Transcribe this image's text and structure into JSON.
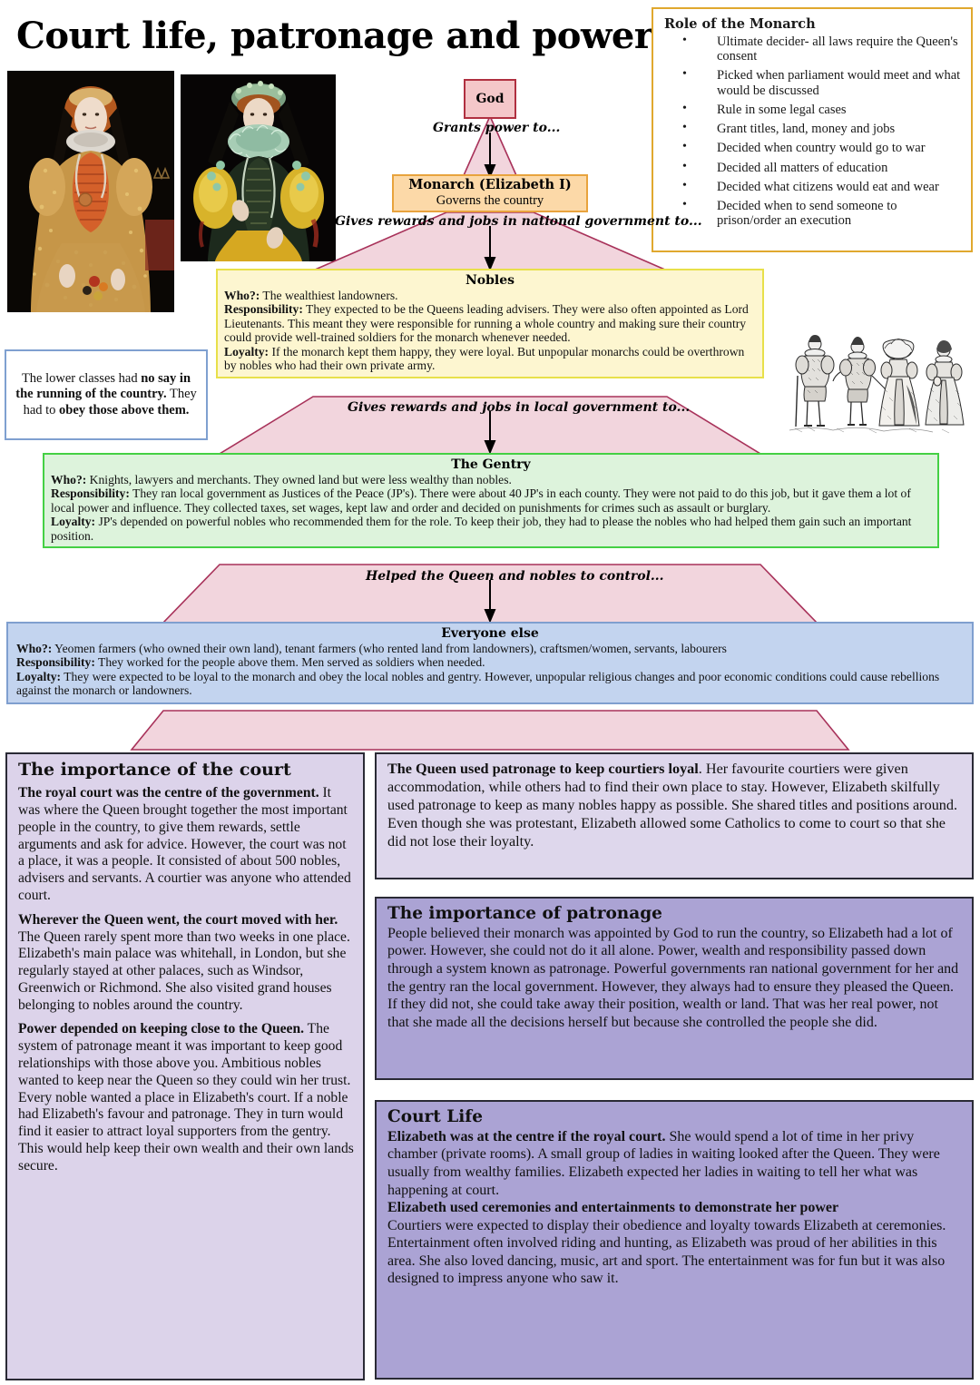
{
  "title": "Court life, patronage and power",
  "portraits": [
    {
      "alt": "Portrait of Queen Elizabeth I in gold and orange gown (Darnley-style portrait)"
    },
    {
      "alt": "Portrait of Queen Elizabeth I in yellow gown with large lace ruff"
    }
  ],
  "monarch_role": {
    "heading": "Role of the Monarch",
    "items": [
      "Ultimate decider- all laws require the Queen's consent",
      "Picked when parliament would meet and what would be discussed",
      "Rule in some legal cases",
      "Grant titles, land, money and jobs",
      "Decided when country would go to war",
      "Decided all matters of education",
      "Decided what citizens would eat and wear",
      "Decided when to send someone to prison/order an execution"
    ]
  },
  "hierarchy": {
    "god": {
      "label": "God"
    },
    "connector_1": "Grants power to...",
    "monarch": {
      "title": "Monarch (Elizabeth I)",
      "subtitle": "Governs the country"
    },
    "connector_2": "Gives rewards and jobs in national government to...",
    "nobles": {
      "title": "Nobles",
      "who_label": "Who?:",
      "who": " The wealthiest landowners.",
      "responsibility_label": "Responsibility:",
      "responsibility": " They expected to be the Queens leading advisers. They were also often appointed as Lord Lieutenants. This meant they were responsible for running a whole country and making sure their country could provide well-trained soldiers for the monarch whenever needed.",
      "loyalty_label": "Loyalty:",
      "loyalty": " If the monarch kept them happy, they were loyal. But unpopular monarchs could be overthrown by nobles who had their own private army."
    },
    "connector_3": "Gives rewards and jobs in local government to...",
    "gentry": {
      "title": "The Gentry",
      "who_label": "Who?:",
      "who": " Knights, lawyers and merchants. They owned land but were less wealthy than nobles.",
      "responsibility_label": "Responsibility:",
      "responsibility": " They ran local government as Justices of the Peace (JP's). There were about 40 JP's in each county. They were not paid to do this job, but it gave them a lot of local power and influence. They collected taxes, set wages, kept law and order and decided on punishments for crimes such as assault or burglary.",
      "loyalty_label": "Loyalty:",
      "loyalty": " JP's depended on powerful nobles who recommended them for the role. To keep their job, they had to please the nobles who had helped them gain such an important position."
    },
    "connector_4": "Helped the Queen and nobles to control...",
    "everyone": {
      "title": "Everyone else",
      "who_label": "Who?:",
      "who": " Yeomen farmers (who owned their own land), tenant farmers (who rented land from landowners), craftsmen/women, servants, labourers",
      "responsibility_label": "Responsibility:",
      "responsibility": " They worked for the people above them. Men served as soldiers when needed.",
      "loyalty_label": "Loyalty:",
      "loyalty": " They were expected to be loyal to the monarch and obey the local nobles and gentry. However, unpopular religious changes and poor economic conditions could cause rebellions against the monarch or landowners."
    }
  },
  "lower_classes_note": {
    "part1": "The lower classes had ",
    "bold1": "no say in the running of the country.",
    "part2": " They had to ",
    "bold2": "obey those above them."
  },
  "woodcut": {
    "alt": "Woodcut illustration of four Tudor people in period dress"
  },
  "panels": {
    "court_importance": {
      "heading": "The importance of the court",
      "paragraphs": [
        {
          "bold": "The royal court was the centre of the government.",
          "text": " It was where the Queen brought together the most important people in the country, to give them rewards, settle arguments and ask for advice. However, the court was not a place, it was a people. It consisted of about 500 nobles, advisers and servants. A courtier was anyone who attended court."
        },
        {
          "bold": "Wherever the Queen went, the court moved with her.",
          "text": " The Queen rarely spent more than two weeks in one place. Elizabeth's main palace was whitehall, in London, but she regularly stayed at other palaces, such as Windsor, Greenwich or Richmond. She also visited grand houses belonging to nobles around the country."
        },
        {
          "bold": "Power depended on keeping close to the Queen.",
          "text": " The system of patronage meant it was important to keep good relationships with those above you. Ambitious nobles wanted to keep near the Queen so they could win her trust. Every noble wanted a place in Elizabeth's court. If a noble had Elizabeth's favour and patronage. They in turn would find it easier to attract loyal supporters from the gentry. This would help keep their own wealth and their own lands secure."
        }
      ]
    },
    "patronage_loyal": {
      "bold": "The Queen used patronage to keep courtiers loyal",
      "text": ". Her favourite courtiers were given accommodation, while others had to find their own place to stay. However, Elizabeth skilfully used patronage to keep as many nobles happy as possible. She shared titles and positions around. Even though she was protestant, Elizabeth allowed some Catholics to come to court so that she did not lose their loyalty."
    },
    "importance_of_patronage": {
      "heading": "The importance of patronage",
      "text": "People believed their monarch was appointed by God to run the country, so Elizabeth had a lot of power. However, she could not do it all alone. Power, wealth and responsibility passed down through a system known as patronage. Powerful governments ran national government for her and the gentry ran the local government. However, they always had to ensure they pleased the Queen. If they did not, she could take away their position, wealth or land. That was her real power, not that she made all the decisions herself but because she controlled the people she did."
    },
    "court_life": {
      "heading": "Court Life",
      "bold1": "Elizabeth was at the centre if the royal court.",
      "text1": " She would spend a lot of time in her privy chamber (private rooms). A small group of ladies in waiting looked after the Queen. They were usually from wealthy families. Elizabeth expected her ladies in waiting to tell her what was happening at court.",
      "bold2": "Elizabeth used ceremonies and entertainments to demonstrate her power",
      "text2": "Courtiers were expected to display their obedience and loyalty towards Elizabeth at ceremonies. Entertainment often involved riding and hunting, as Elizabeth was proud of her abilities in this area. She also loved dancing, music, art and sport. The entertainment was for fun but it was also designed to impress anyone who saw it."
    }
  },
  "colors": {
    "god_fill": "#f4c7c9",
    "god_border": "#b03040",
    "monarch_fill": "#fcd9a8",
    "monarch_border": "#e8a33d",
    "nobles_fill": "#fdf6d0",
    "nobles_border": "#e8e04a",
    "gentry_fill": "#ddf3dc",
    "gentry_border": "#44d044",
    "everyone_fill": "#c3d4ef",
    "everyone_border": "#7f9fcf",
    "pyramid_fill": "#f2d5dd",
    "pyramid_border": "#a8325a",
    "panel_light": "#dcd3ea",
    "panel_dark": "#aba3d4",
    "role_box_border": "#e0a82e"
  }
}
